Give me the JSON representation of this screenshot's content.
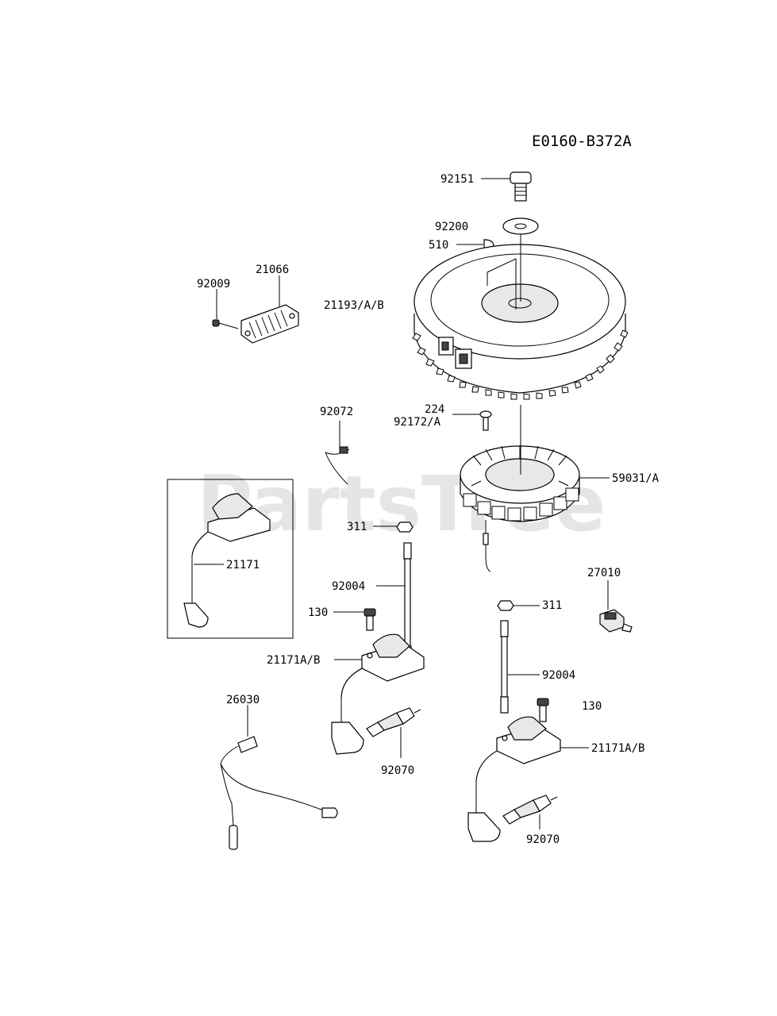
{
  "diagram_code": "E0160-B372A",
  "watermark": "PartsTree",
  "labels": {
    "p92151": "92151",
    "p92200": "92200",
    "p510": "510",
    "p21066": "21066",
    "p92009": "92009",
    "p21193": "21193/A/B",
    "p224": "224",
    "p92172": "92172/A",
    "p92072": "92072",
    "p59031": "59031/A",
    "p311a": "311",
    "p21171": "21171",
    "p92004a": "92004",
    "p130a": "130",
    "p21171ab_a": "21171A/B",
    "p27010": "27010",
    "p311b": "311",
    "p92004b": "92004",
    "p130b": "130",
    "p26030": "26030",
    "p92070a": "92070",
    "p21171ab_b": "21171A/B",
    "p92070b": "92070"
  }
}
